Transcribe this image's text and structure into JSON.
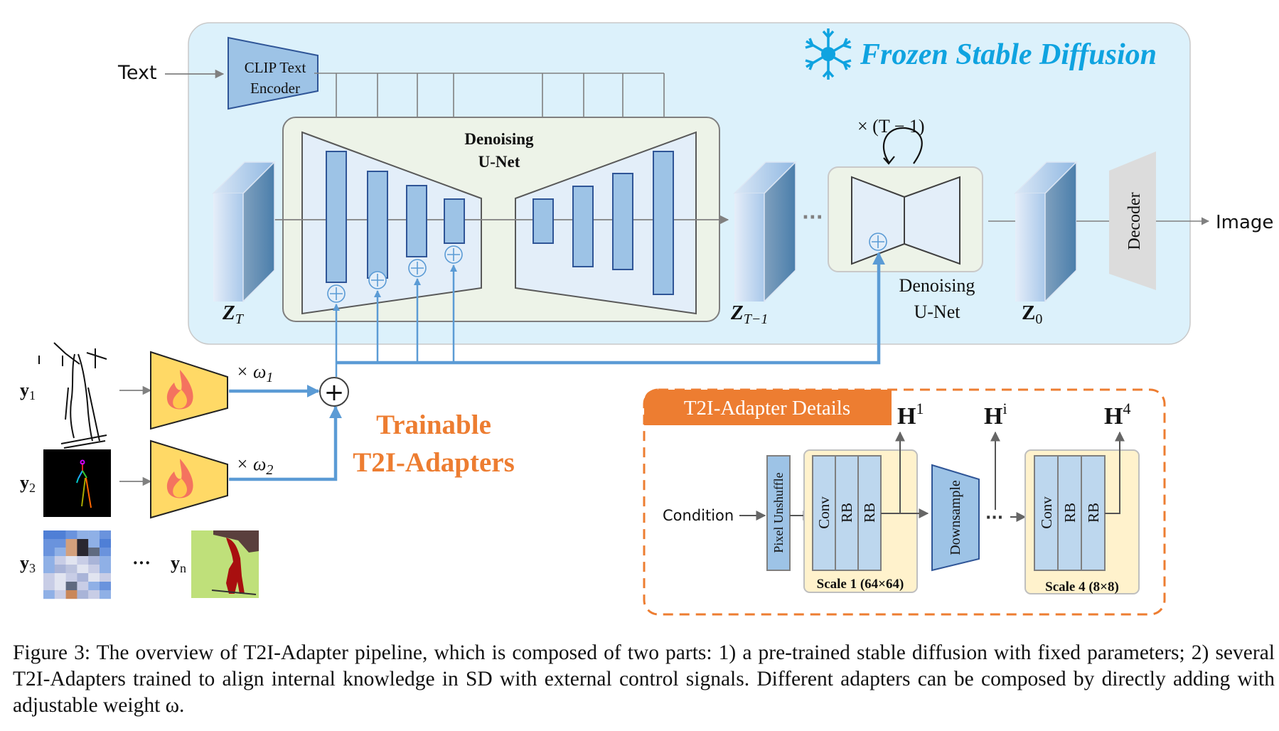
{
  "frozen_sd": {
    "title": "Frozen Stable Diffusion",
    "icon": "snowflake-icon",
    "accent": "#0fa3e0",
    "text_input_label": "Text",
    "clip_encoder_line1": "CLIP Text",
    "clip_encoder_line2": "Encoder",
    "unet_title_line1": "Denoising",
    "unet_title_line2": "U-Net",
    "latent_start": "Z",
    "latent_start_sub": "T",
    "latent_mid": "Z",
    "latent_mid_sub": "T−1",
    "latent_end": "Z",
    "latent_end_sub": "0",
    "ellipsis": "···",
    "repeat_label": "× (T − 1)",
    "unet2_line1": "Denoising",
    "unet2_line2": "U-Net",
    "decoder_label": "Decoder",
    "output_label": "Image"
  },
  "adapters": {
    "title_line1": "Trainable",
    "title_line2": "T2I-Adapters",
    "accent": "#ed7d31",
    "icon": "flame-icon",
    "inputs": [
      {
        "label": "y",
        "sub": "1",
        "kind": "sketch"
      },
      {
        "label": "y",
        "sub": "2",
        "kind": "keypose"
      },
      {
        "label": "y",
        "sub": "3",
        "kind": "color"
      },
      {
        "label": "y",
        "sub": "n",
        "kind": "segmentation"
      }
    ],
    "weight1": "× ω",
    "weight1_sub": "1",
    "weight2": "× ω",
    "weight2_sub": "2",
    "inputs_ellipsis": "···",
    "sum_symbol": "+"
  },
  "details": {
    "title": "T2I-Adapter Details",
    "condition_label": "Condition",
    "pixel_unshuffle": "Pixel Unshuffle",
    "scale1_blocks": [
      "Conv",
      "RB",
      "RB"
    ],
    "scale1_label": "Scale 1 (64×64)",
    "downsample": "Downsample",
    "ellipsis": "···",
    "scale4_blocks": [
      "Conv",
      "RB",
      "RB"
    ],
    "scale4_label": "Scale 4 (8×8)",
    "outputs": [
      {
        "label": "H",
        "sup": "1"
      },
      {
        "label": "H",
        "sup": "i"
      },
      {
        "label": "H",
        "sup": "4"
      }
    ]
  },
  "caption": {
    "text": "Figure 3: The overview of T2I-Adapter pipeline, which is composed of two parts: 1) a pre-trained stable diffusion with fixed parameters; 2) several T2I-Adapters trained to align internal knowledge in SD with external control signals. Different adapters can be composed by directly adding with adjustable weight ω."
  }
}
